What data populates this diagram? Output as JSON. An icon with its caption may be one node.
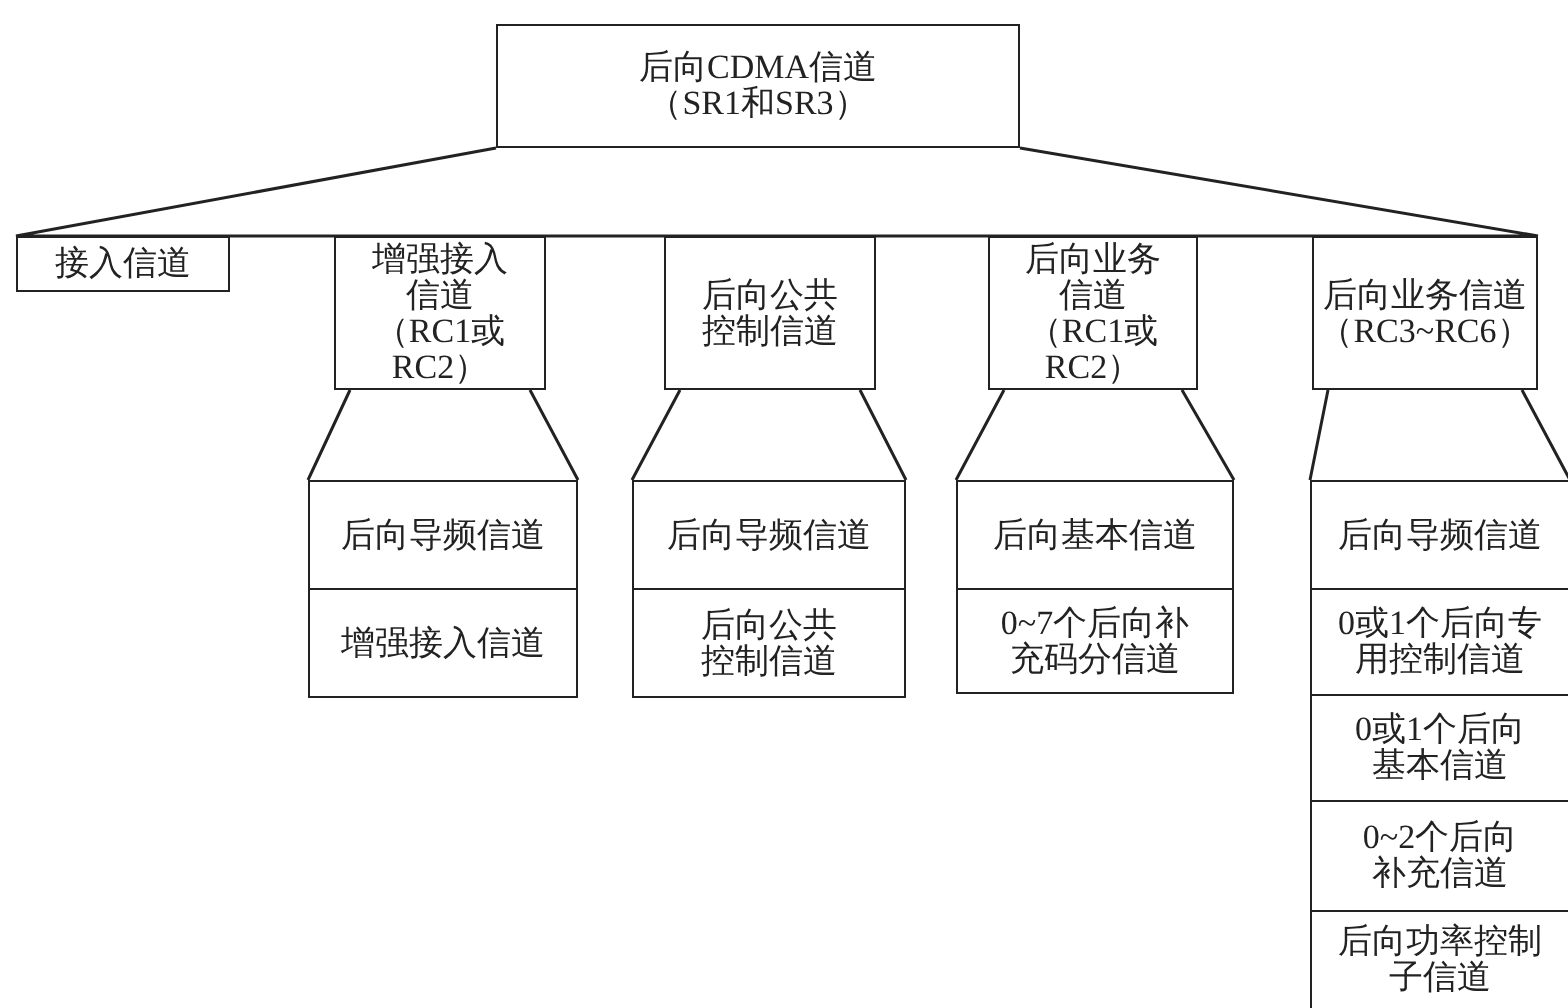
{
  "diagram": {
    "nodes": [
      {
        "text": [
          "后向CDMA信道（SR1和SR3）"
        ]
      },
      {
        "text": [
          "接入信道"
        ]
      },
      {
        "text": [
          "增强接入信道（RC1或RC2）"
        ]
      },
      {
        "text": [
          "后向公共控制信道"
        ]
      },
      {
        "text": [
          "后向业务信道（RC1或RC2）"
        ]
      },
      {
        "text": [
          "后向业务信道（RC3~RC6）"
        ]
      },
      {
        "text": [
          "后向导频信道"
        ]
      },
      {
        "text": [
          "增强接入信道"
        ]
      },
      {
        "text": [
          "后向导频信道"
        ]
      },
      {
        "text": [
          "后向公共控制信道"
        ]
      },
      {
        "text": [
          "后向基本信道"
        ]
      },
      {
        "text": [
          "0~7个后向补充码分信道"
        ]
      },
      {
        "text": [
          "后向导频信道"
        ]
      },
      {
        "text": [
          "0或1个后向专用控制信道"
        ]
      },
      {
        "text": [
          "0或1个后向基本信道"
        ]
      },
      {
        "text": [
          "0~2个后向补充信道"
        ]
      },
      {
        "text": [
          "后向功率控制子信道"
        ]
      }
    ],
    "edges": [
      {
        "from": 0,
        "to": 1,
        "arrow": "none"
      },
      {
        "from": 0,
        "to": 2,
        "arrow": "none"
      },
      {
        "from": 0,
        "to": 3,
        "arrow": "none"
      },
      {
        "from": 0,
        "to": 4,
        "arrow": "none"
      },
      {
        "from": 0,
        "to": 5,
        "arrow": "none"
      },
      {
        "from": 2,
        "to": 6,
        "arrow": "none"
      },
      {
        "from": 3,
        "to": 8,
        "arrow": "none"
      },
      {
        "from": 4,
        "to": 10,
        "arrow": "none"
      },
      {
        "from": 5,
        "to": 12,
        "arrow": "none"
      }
    ]
  }
}
